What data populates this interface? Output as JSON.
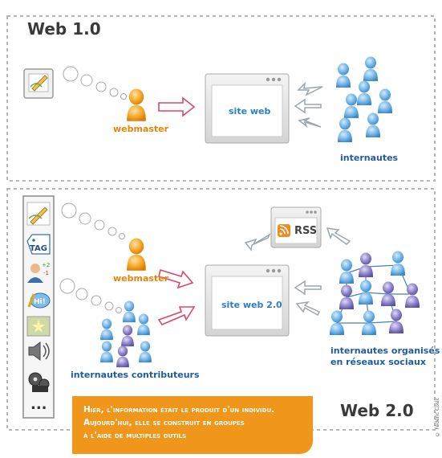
{
  "web1": {
    "title": "Web 1.0",
    "webmaster_label": "webmaster",
    "site_label": "site web",
    "internautes_label": "internautes"
  },
  "web2": {
    "title": "Web 2.0",
    "webmaster_label": "webmaster",
    "site_label": "site web 2.0",
    "rss_label": "RSS",
    "contributeurs_label": "internautes contributeurs",
    "social_label_line1": "internautes organisés",
    "social_label_line2": "en réseaux sociaux",
    "tool_icons": [
      "pencil-drawing-icon",
      "tag-icon",
      "person-rating-icon",
      "chat-bubble-icon",
      "photo-icon",
      "speaker-icon",
      "film-reel-icon",
      "ellipsis-icon"
    ],
    "tag_text": "TAG",
    "chat_text": "Hi!",
    "more_text": "..."
  },
  "banner": {
    "line1": "Hier, l'information était le produit d'un individu.",
    "line2": "Aujourd'hui, elle se construit en groupes",
    "line3": "à l'aide de multiples outils"
  },
  "credit": "© Fédéric Cosic",
  "colors": {
    "orange": "#f0961a",
    "blue_person": "#6fb3e8",
    "purple_person": "#8a7fc8",
    "arrow_red": "#d9486a",
    "arrow_grey": "#9aa5ad"
  }
}
